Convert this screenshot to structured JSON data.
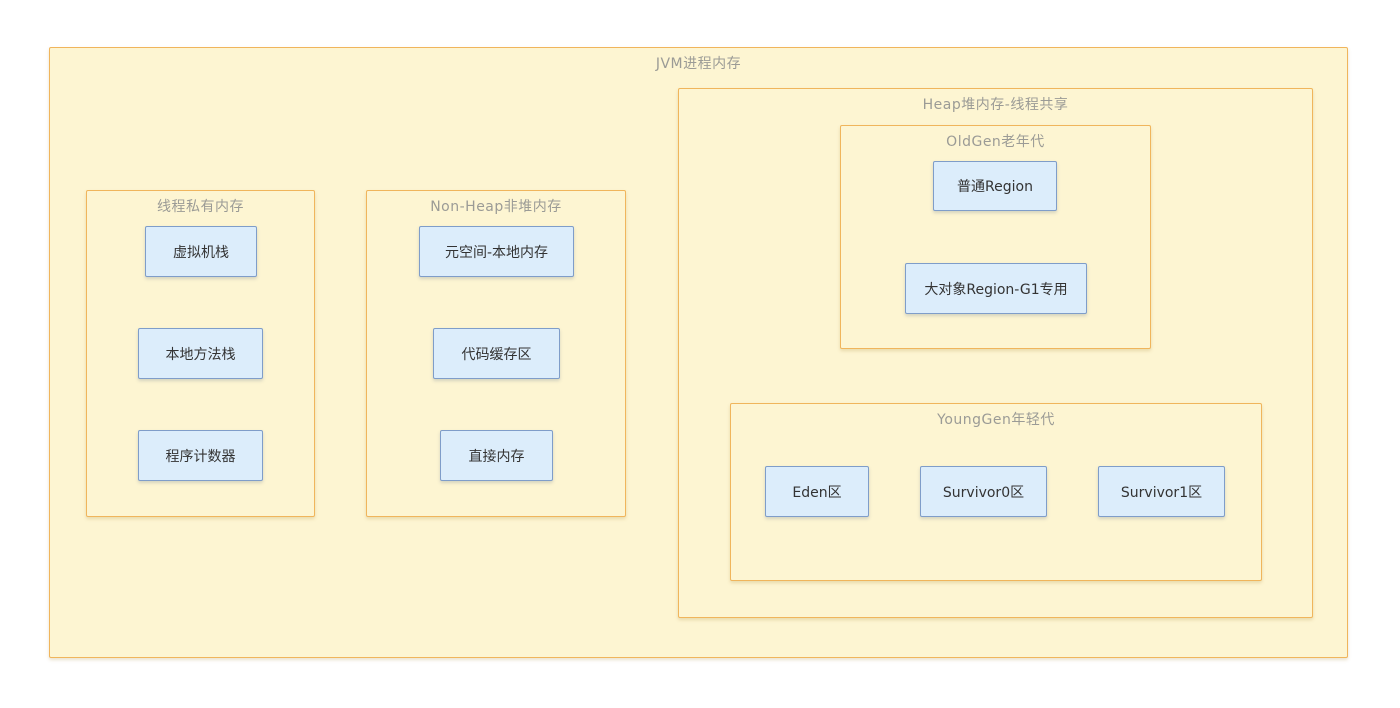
{
  "jvm": {
    "title": "JVM进程内存"
  },
  "thread_private": {
    "title": "线程私有内存",
    "box1": "虚拟机栈",
    "box2": "本地方法栈",
    "box3": "程序计数器"
  },
  "non_heap": {
    "title": "Non-Heap非堆内存",
    "box1": "元空间-本地内存",
    "box2": "代码缓存区",
    "box3": "直接内存"
  },
  "heap": {
    "title": "Heap堆内存-线程共享"
  },
  "old_gen": {
    "title": "OldGen老年代",
    "box1": "普通Region",
    "box2": "大对象Region-G1专用"
  },
  "young_gen": {
    "title": "YoungGen年轻代",
    "box1": "Eden区",
    "box2": "Survivor0区",
    "box3": "Survivor1区"
  },
  "colors": {
    "group_fill": "#fdf5d2",
    "group_border": "#f0b55c",
    "node_fill": "#dcedfb",
    "node_border": "#7f9dc9",
    "title_text": "#9b9b96",
    "node_text": "#333333",
    "page_background": "#ffffff"
  }
}
